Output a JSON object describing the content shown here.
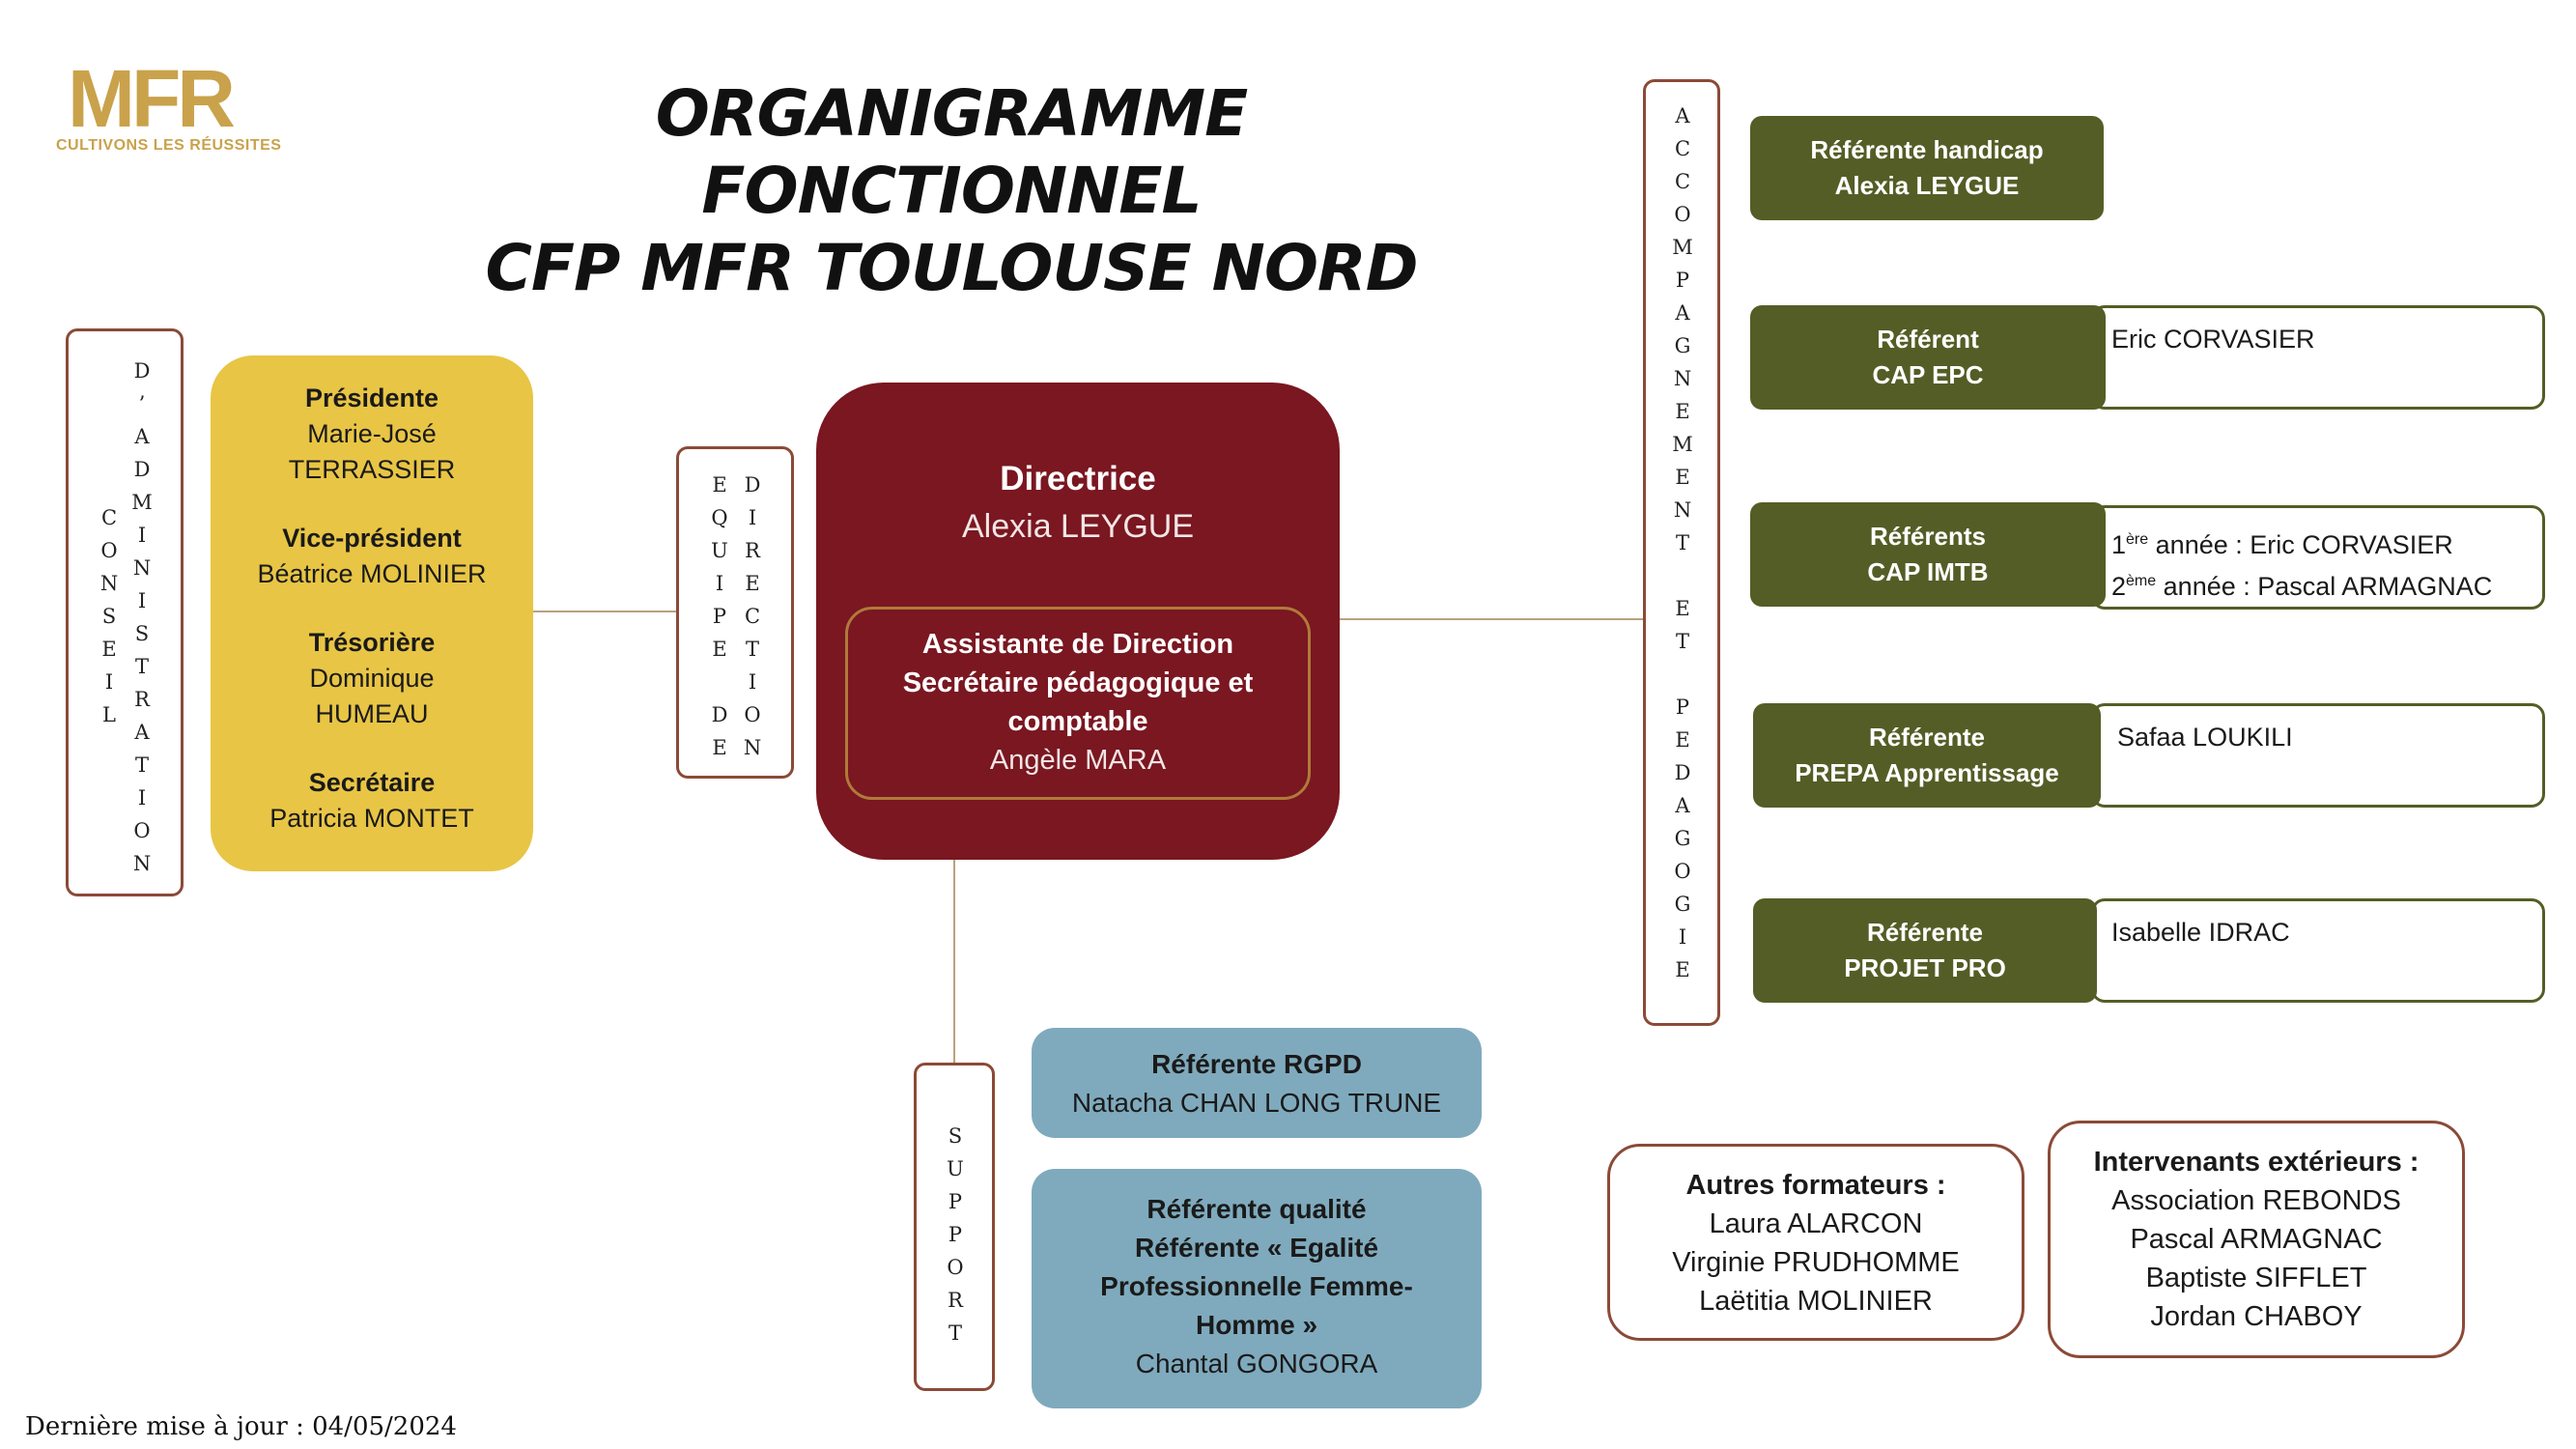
{
  "logo": {
    "text": "MFR",
    "tagline": "CULTIVONS LES RÉUSSITES"
  },
  "title": {
    "line1": "ORGANIGRAMME FONCTIONNEL",
    "line2": "CFP MFR TOULOUSE NORD"
  },
  "labels": {
    "conseil": "CONSEIL",
    "administration": "D’ADMINISTRATION",
    "equipe": "EQUIPE DE",
    "direction": "DIRECTION",
    "accompagnement": "ACCOMPAGNEMENT ET PEDAGOGIE",
    "support": "SUPPORT"
  },
  "board": {
    "presidente_role": "Présidente",
    "presidente_name1": "Marie-José",
    "presidente_name2": "TERRASSIER",
    "vice_role": "Vice-président",
    "vice_name": "Béatrice MOLINIER",
    "tresoriere_role": "Trésorière",
    "tresoriere_name1": "Dominique",
    "tresoriere_name2": "HUMEAU",
    "secretaire_role": "Secrétaire",
    "secretaire_name": "Patricia MONTET"
  },
  "director": {
    "role": "Directrice",
    "name": "Alexia LEYGUE",
    "assistant_l1": "Assistante de Direction",
    "assistant_l2": "Secrétaire pédagogique et",
    "assistant_l3": "comptable",
    "assistant_name": "Angèle MARA"
  },
  "referents": {
    "handicap_l1": "Référente handicap",
    "handicap_l2": "Alexia LEYGUE",
    "epc_l1": "Référent",
    "epc_l2": "CAP EPC",
    "epc_value": "Eric CORVASIER",
    "imtb_l1": "Référents",
    "imtb_l2": "CAP IMTB",
    "imtb_v1_num": "1",
    "imtb_v1_sup": "ère",
    "imtb_v1_text": " année : Eric CORVASIER",
    "imtb_v2_num": "2",
    "imtb_v2_sup": "ème",
    "imtb_v2_text": " année : Pascal ARMAGNAC",
    "prepa_l1": "Référente",
    "prepa_l2": "PREPA Apprentissage",
    "prepa_value": "Safaa LOUKILI",
    "projet_l1": "Référente",
    "projet_l2": "PROJET PRO",
    "projet_value": "Isabelle IDRAC"
  },
  "support": {
    "rgpd_role": "Référente RGPD",
    "rgpd_name": "Natacha CHAN LONG TRUNE",
    "qual_l1": "Référente qualité",
    "qual_l2": "Référente « Egalité",
    "qual_l3": "Professionnelle Femme-",
    "qual_l4": "Homme »",
    "qual_name": "Chantal GONGORA"
  },
  "autres": {
    "title": "Autres formateurs :",
    "names": [
      "Laura ALARCON",
      "Virginie PRUDHOMME",
      "Laëtitia MOLINIER"
    ]
  },
  "intervenants": {
    "title": "Intervenants extérieurs :",
    "names": [
      "Association REBONDS",
      "Pascal ARMAGNAC",
      "Baptiste SIFFLET",
      "Jordan CHABOY"
    ]
  },
  "footer": {
    "updated": "Dernière mise à jour : 04/05/2024"
  },
  "colors": {
    "board": "#e8c545",
    "director": "#7a1721",
    "referent": "#555d26",
    "support": "#7faabd",
    "frame": "#8b4a37",
    "logo": "#c9a24b"
  }
}
